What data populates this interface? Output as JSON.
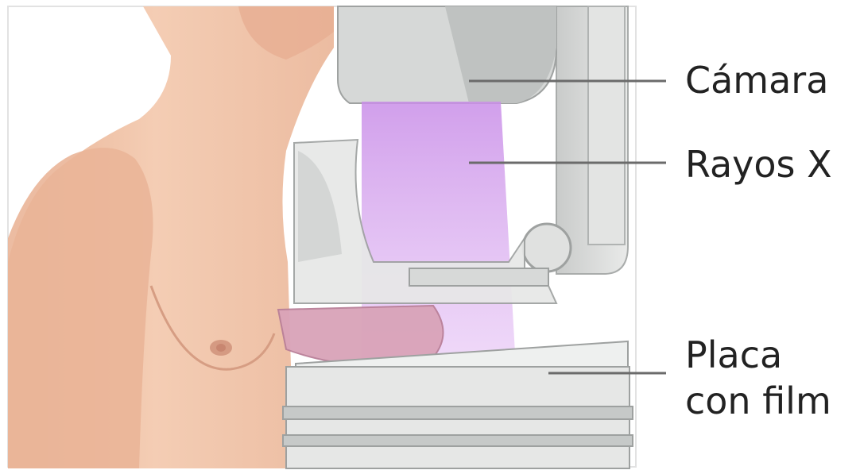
{
  "labels": {
    "camera": "Cámara",
    "xray": "Rayos X",
    "plate_line1": "Placa",
    "plate_line2": "con film"
  },
  "colors": {
    "skin": "#f1c7ac",
    "skin_shadow": "#dba386",
    "machine_gray": "#d9dbd9",
    "machine_dark": "#b3b6b4",
    "xray_purple": "#d9a8f0",
    "breast_pink": "#d9a3b8",
    "callout_line": "#6b6b6b"
  }
}
